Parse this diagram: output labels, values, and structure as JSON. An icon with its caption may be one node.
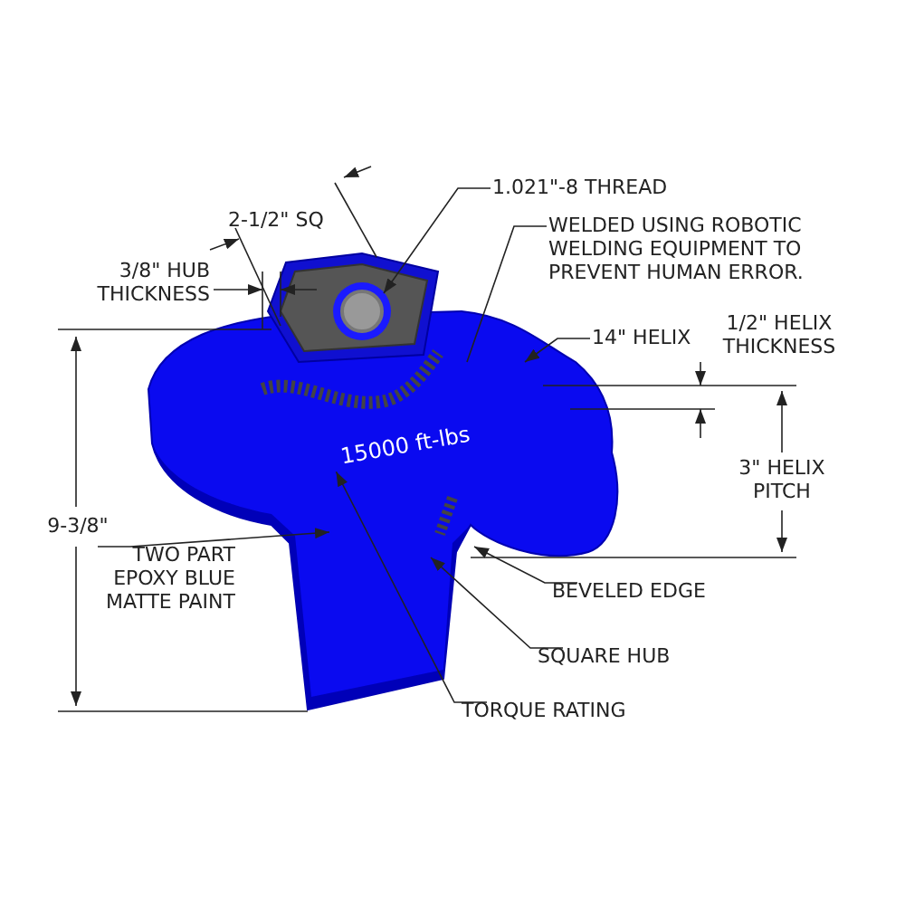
{
  "diagram": {
    "nodes": [
      {
        "text": [
          "1.021\"-8 THREAD"
        ]
      },
      {
        "text": [
          "WELDED USING ROBOTIC WELDING EQUIPMENT TO PREVENT HUMAN ERROR."
        ]
      },
      {
        "text": [
          "14\" HELIX"
        ]
      },
      {
        "text": [
          "TWO PART EPOXY BLUE MATTE PAINT"
        ]
      },
      {
        "text": [
          "15000 ft-lbs"
        ]
      },
      {
        "text": [
          "BEVELED EDGE"
        ]
      },
      {
        "text": [
          "SQUARE HUB"
        ]
      },
      {
        "text": [
          "TORQUE RATING"
        ]
      }
    ],
    "edges": [
      {
        "from": 0,
        "to": null,
        "arrow": "to"
      },
      {
        "from": 1,
        "to": null,
        "arrow": "none"
      },
      {
        "from": 2,
        "to": null,
        "arrow": "to"
      },
      {
        "from": 3,
        "to": null,
        "arrow": "to"
      },
      {
        "from": 5,
        "to": null,
        "arrow": "to"
      },
      {
        "from": 6,
        "to": null,
        "arrow": "to"
      },
      {
        "from": 7,
        "to": 4,
        "arrow": "to"
      }
    ],
    "labels": [
      "2-1/2\" SQ",
      "3/8\" HUB THICKNESS",
      "1/2\" HELIX THICKNESS",
      "3\" HELIX PITCH",
      "9-3/8\""
    ]
  }
}
